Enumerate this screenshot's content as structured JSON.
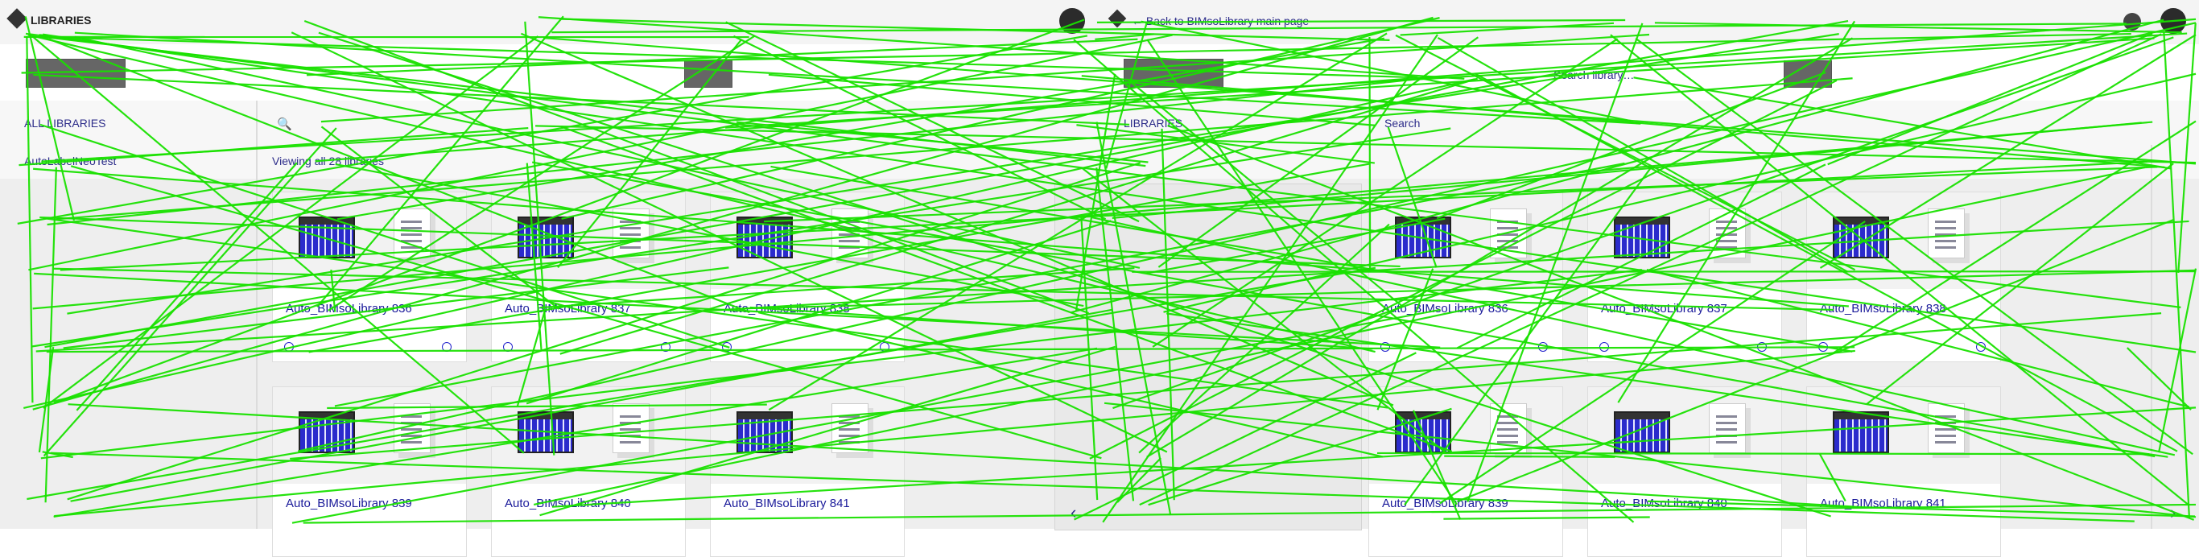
{
  "app": {
    "title": "LIBRARIES",
    "subtitle": "← Back to BIMsoLibrary main page"
  },
  "toolbar": {
    "search_placeholder": "Search library…"
  },
  "filters": {
    "all_label": "ALL LIBRARIES",
    "sub_label": "AutoLabelNeoTest",
    "search_label": "Search",
    "view_label": "Viewing all 28 libraries",
    "libraries_label": "LIBRARIES"
  },
  "cards": [
    {
      "title": "Auto_BIMsoLibrary 836"
    },
    {
      "title": "Auto_BIMsoLibrary 837"
    },
    {
      "title": "Auto_BIMsoLibrary 838"
    },
    {
      "title": "Auto_BIMsoLibrary 836"
    },
    {
      "title": "Auto_BIMsoLibrary 837"
    },
    {
      "title": "Auto_BIMsoLibrary 838"
    },
    {
      "title": "Auto_BIMsoLibrary 839"
    },
    {
      "title": "Auto_BIMsoLibrary 840"
    },
    {
      "title": "Auto_BIMsoLibrary 841"
    },
    {
      "title": "Auto_BIMsoLibrary 839"
    },
    {
      "title": "Auto_BIMsoLibrary 840"
    },
    {
      "title": "Auto_BIMsoLibrary 841"
    }
  ],
  "pagination": {
    "prev": "‹",
    "next": "›"
  }
}
